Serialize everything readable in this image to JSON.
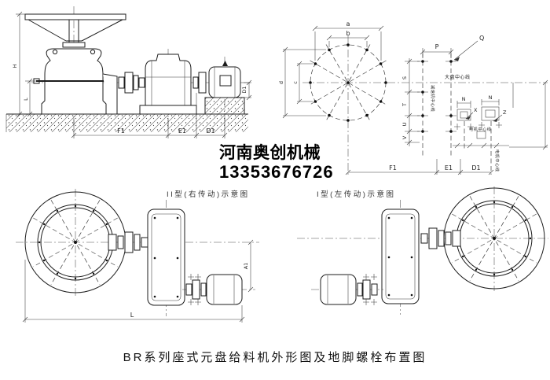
{
  "watermark": {
    "company": "河南奥创机械",
    "phone": "13353676726"
  },
  "caption": "BR系列座式元盘给料机外形图及地脚螺栓布置图",
  "side_view": {
    "dim_h": "H",
    "dim_l": "L",
    "dim_f1": "F1",
    "dim_e1": "E1",
    "dim_d1": "D1",
    "dim_d1_right": "D1"
  },
  "plan_view": {
    "dim_a": "a",
    "dim_b": "b",
    "dim_c": "c",
    "dim_d": "d",
    "dim_p": "P",
    "dim_q": "Q",
    "dim_s": "S",
    "dim_t": "T",
    "dim_u": "U",
    "dim_v": "V",
    "dim_n_left": "N",
    "dim_n_right": "N",
    "dim_x": "X",
    "dim_z": "Z",
    "dim_f1": "F1",
    "dim_e1": "E1",
    "dim_d1": "D1",
    "label_disc_centerline": "大盘中心线",
    "label_reducer_centerline": "减速机中心线",
    "label_motor_centerline": "电机中心线",
    "label_motor_centerline_vertical": "电机中心线"
  },
  "schematic_type2": {
    "title": "II型(右传动)示意图",
    "dim_l": "L",
    "dim_a1": "A1"
  },
  "schematic_type1": {
    "title": "I型(左传动)示意图"
  },
  "colors": {
    "ink": "#1c1c1c",
    "paper": "#ffffff"
  }
}
